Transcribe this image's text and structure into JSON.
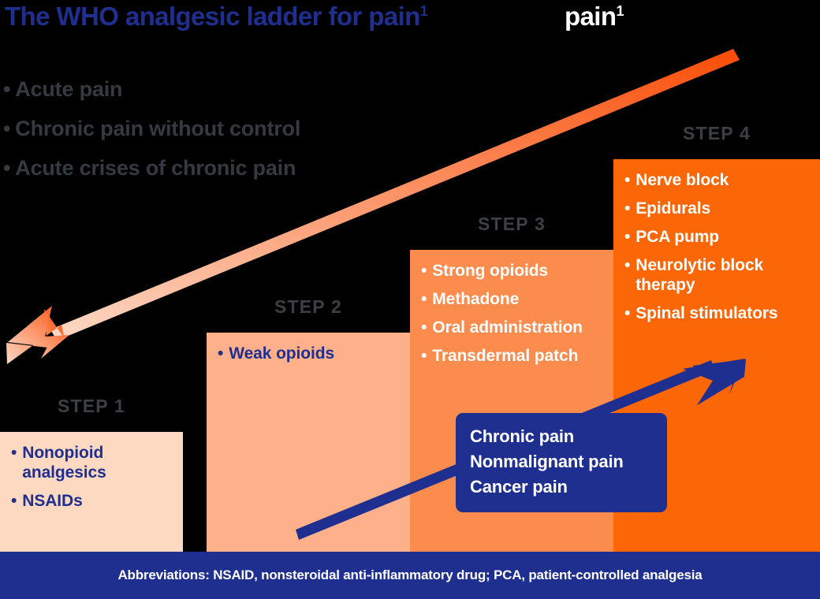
{
  "title": {
    "main": "The WHO analgesic ladder for pain",
    "superscript": "1",
    "overlay": "pain",
    "overlay_superscript": "1",
    "color": "#1f2f8f"
  },
  "indications": {
    "bullet_glyph": "•",
    "items": [
      "Acute pain",
      "Chronic pain without control",
      "Acute crises of chronic pain"
    ],
    "color": "#343a40"
  },
  "steps": [
    {
      "label": "STEP 1",
      "bg": "#fdd9c2",
      "text_color": "#1f2f8f",
      "items": [
        "Nonopioid analgesics",
        "NSAIDs"
      ]
    },
    {
      "label": "STEP 2",
      "bg": "#fdb08a",
      "text_color": "#1f2f8f",
      "items": [
        "Weak opioids"
      ]
    },
    {
      "label": "STEP 3",
      "bg": "#fc8c4e",
      "text_color": "#ffffff",
      "items": [
        "Strong opioids",
        "Methadone",
        "Oral administration",
        "Transdermal patch"
      ]
    },
    {
      "label": "STEP 4",
      "bg": "#fb6607",
      "text_color": "#ffffff",
      "items": [
        "Nerve block",
        "Epidurals",
        "PCA pump",
        "Neurolytic block therapy",
        "Spinal stimulators"
      ]
    }
  ],
  "callout": {
    "bg": "#1f2f8f",
    "text_color": "#ffffff",
    "lines": [
      "Chronic pain",
      "Nonmalignant pain",
      "Cancer pain"
    ]
  },
  "arrows": {
    "descending": {
      "name": "descending-gradient-arrow",
      "direction": "down-left",
      "color_start": "#fb4d07",
      "color_end": "#fcd9c6"
    },
    "ascending": {
      "name": "ascending-blue-arrow",
      "direction": "up-right",
      "color": "#1f2f8f"
    }
  },
  "footer": {
    "bg": "#1f2f8f",
    "text": "Abbreviations: NSAID, nonsteroidal anti-inflammatory drug; PCA, patient-controlled analgesia"
  }
}
